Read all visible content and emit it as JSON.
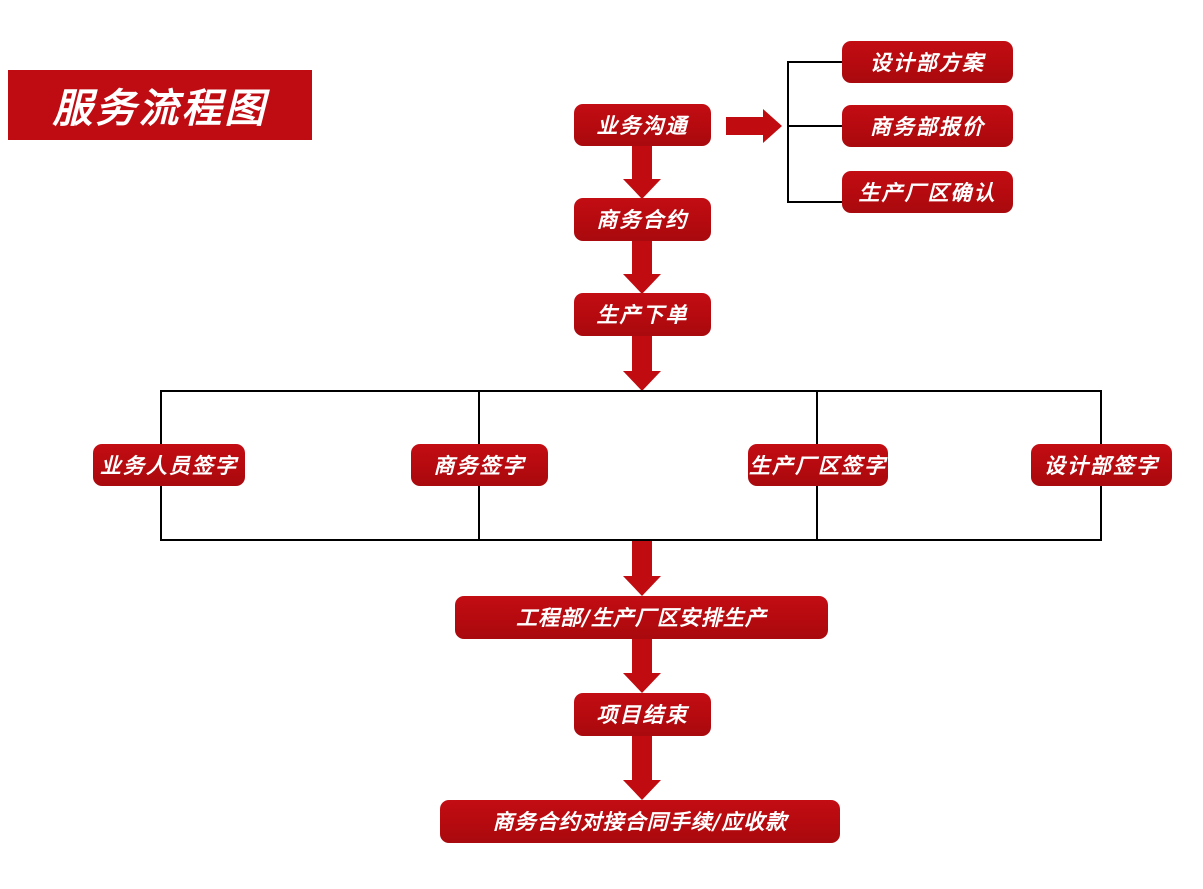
{
  "title": {
    "text": "服务流程图"
  },
  "colors": {
    "brand_red": "#be0c12",
    "box_red": "#b50a0f",
    "arrow_red": "#c00c10",
    "connector_black": "#000000",
    "background": "#ffffff",
    "text_white": "#ffffff"
  },
  "flow": {
    "start": {
      "label": "业务沟通"
    },
    "branches": [
      {
        "label": "设计部方案"
      },
      {
        "label": "商务部报价"
      },
      {
        "label": "生产厂区确认"
      }
    ],
    "main_steps": [
      {
        "label": "商务合约"
      },
      {
        "label": "生产下单"
      }
    ],
    "signatures": [
      {
        "label": "业务人员签字"
      },
      {
        "label": "商务签字"
      },
      {
        "label": "生产厂区签字"
      },
      {
        "label": "设计部签字"
      }
    ],
    "final_steps": [
      {
        "label": "工程部/生产厂区安排生产"
      },
      {
        "label": "项目结束"
      },
      {
        "label": "商务合约对接合同手续/应收款"
      }
    ]
  }
}
